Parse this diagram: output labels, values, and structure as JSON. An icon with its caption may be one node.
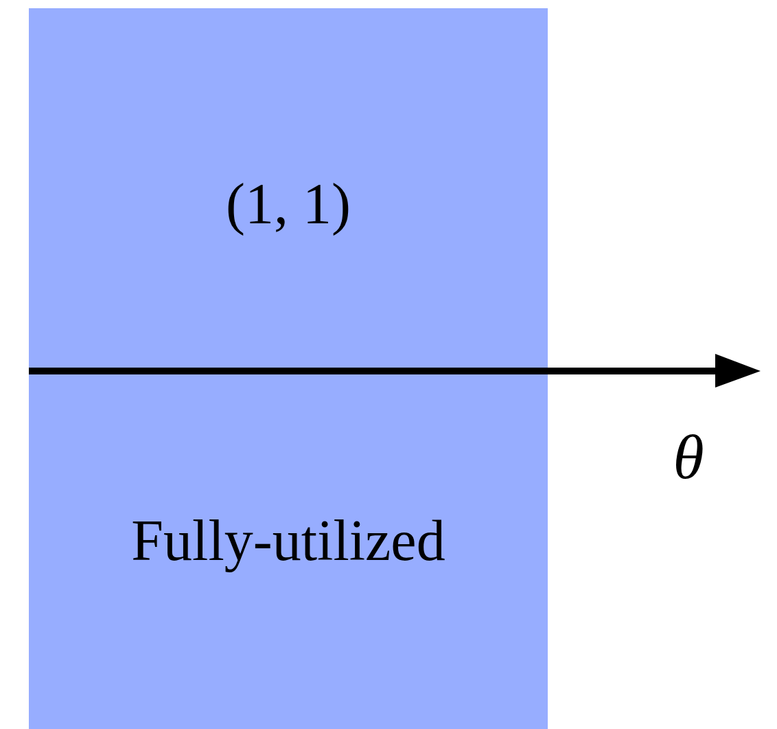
{
  "diagram": {
    "nodes": [
      {
        "text": [
          "(1, 1)",
          "Fully-utilized"
        ]
      }
    ],
    "labels": [
      "θ"
    ]
  }
}
